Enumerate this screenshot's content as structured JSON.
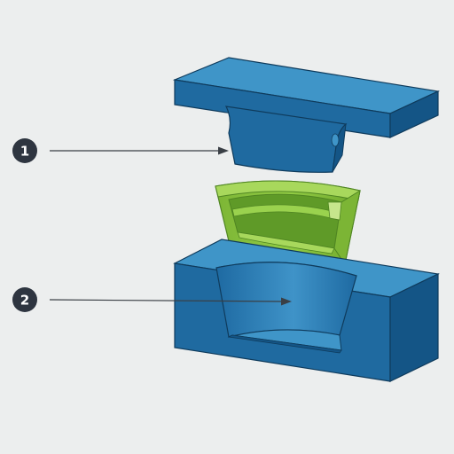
{
  "diagram": {
    "parts": [
      {
        "id": "punch",
        "name": "upper-die-punch"
      },
      {
        "id": "part",
        "name": "molded-cup-part"
      },
      {
        "id": "die",
        "name": "lower-die-cavity"
      }
    ],
    "callouts": [
      {
        "number": "1",
        "points_to": "upper-die-punch"
      },
      {
        "number": "2",
        "points_to": "lower-die-cavity"
      }
    ]
  },
  "colors": {
    "background": "#eceeee",
    "mold_top": "#3f95c8",
    "mold_front": "#1f6aa0",
    "mold_side": "#145586",
    "mold_outline": "#0f3b5c",
    "part_green": "#8cc63f",
    "part_dark": "#5f9a28",
    "callout_fill": "#2e3540",
    "leader_line": "#3a3f45"
  }
}
